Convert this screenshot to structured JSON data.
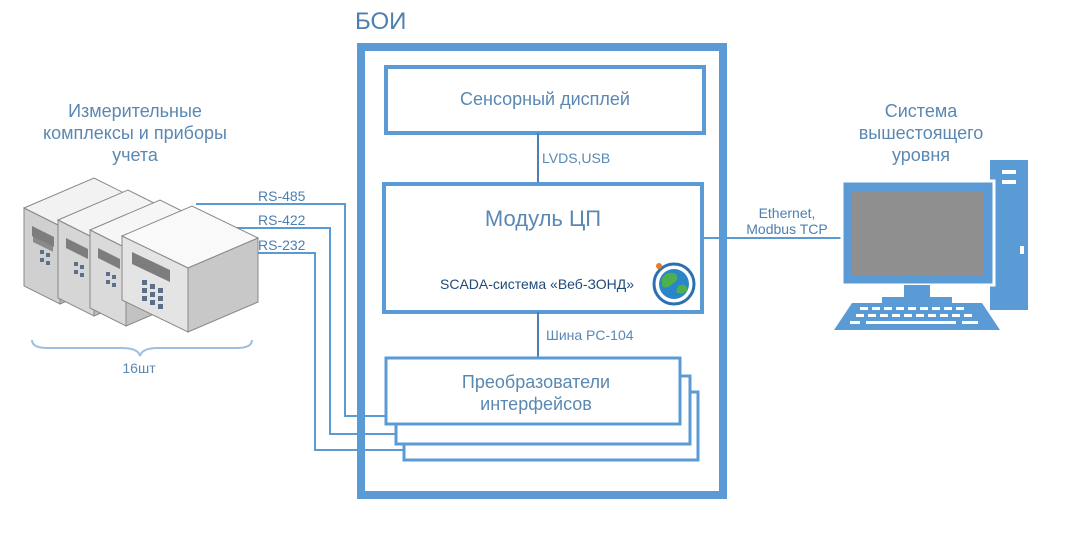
{
  "title": "БОИ",
  "devices": {
    "label": "Измерительные комплексы и приборы учета",
    "count": "16шт"
  },
  "interfaces": {
    "rs485": "RS-485",
    "rs422": "RS-422",
    "rs232": "RS-232"
  },
  "boi": {
    "display": "Сенсорный дисплей",
    "link_display": "LVDS,USB",
    "cpu_module": "Модуль ЦП",
    "scada": "SCADA-система «Веб-ЗОНД»",
    "bus": "Шина PC-104",
    "converters": "Преобразователи интерфейсов"
  },
  "network": "Ethernet, Modbus TCP",
  "upper_system": "Система вышестоящего уровня",
  "colors": {
    "primary_blue": "#5b9bd5",
    "dark_blue": "#4d7fb0",
    "text_blue": "#5a88b2"
  },
  "icons": [
    "globe-icon",
    "computer-icon",
    "server-device-icon"
  ]
}
